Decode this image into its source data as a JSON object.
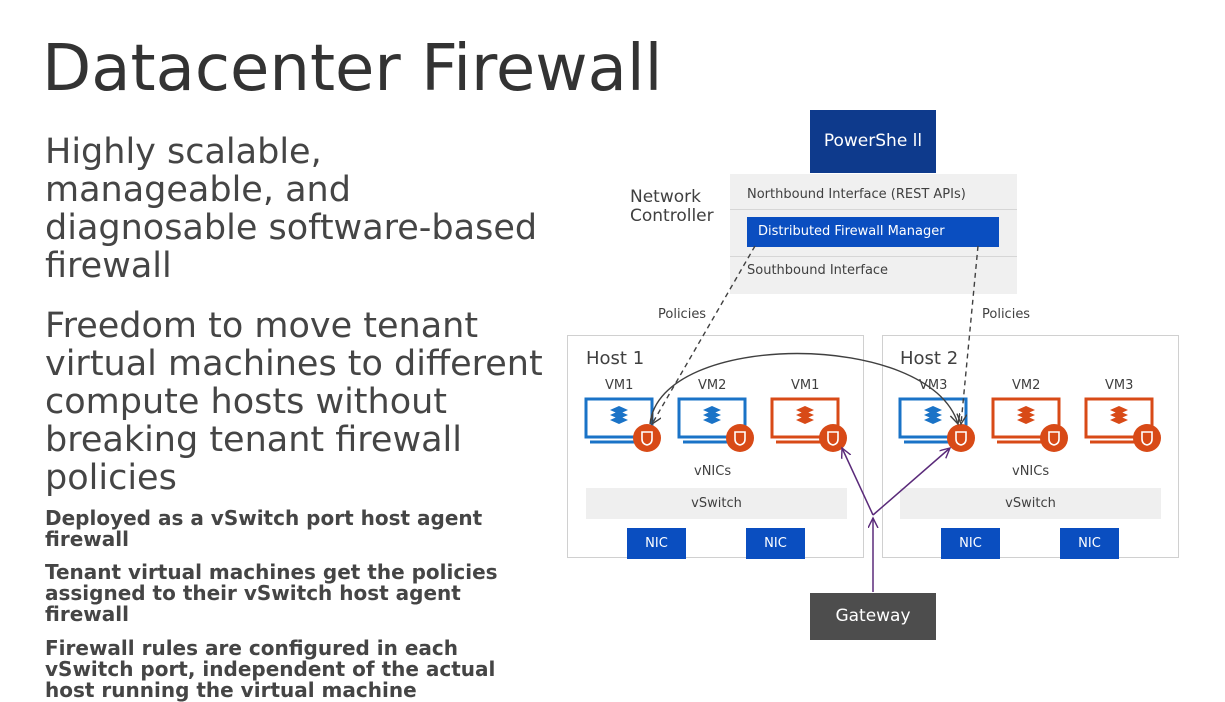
{
  "slide": {
    "title": "Datacenter Firewall",
    "bullets_large": [
      "Highly scalable, manageable, and diagnosable software-based firewall",
      "Freedom to move tenant virtual machines to different compute hosts without breaking tenant firewall policies"
    ],
    "bullets_small": [
      "Deployed as a vSwitch port host agent firewall",
      "Tenant virtual machines get the policies assigned to their vSwitch host agent firewall",
      "Firewall rules are configured in each vSwitch port, independent of the actual host running the virtual machine"
    ]
  },
  "diagram": {
    "powershell": "PowerShe ll",
    "network_controller": {
      "label": "Network Controller",
      "northbound": "Northbound Interface (REST APIs)",
      "manager": "Distributed Firewall Manager",
      "southbound": "Southbound Interface"
    },
    "policies_label_left": "Policies",
    "policies_label_right": "Policies",
    "host1": {
      "title": "Host 1",
      "vms": [
        {
          "label": "VM1",
          "color": "#1a73c7"
        },
        {
          "label": "VM2",
          "color": "#1a73c7"
        },
        {
          "label": "VM1",
          "color": "#d84a17"
        }
      ],
      "vnics": "vNICs",
      "vswitch": "vSwitch",
      "nics": [
        "NIC",
        "NIC"
      ]
    },
    "host2": {
      "title": "Host 2",
      "vms": [
        {
          "label": "VM3",
          "color": "#1a73c7"
        },
        {
          "label": "VM2",
          "color": "#d84a17"
        },
        {
          "label": "VM3",
          "color": "#d84a17"
        }
      ],
      "vnics": "vNICs",
      "vswitch": "vSwitch",
      "nics": [
        "NIC",
        "NIC"
      ]
    },
    "gateway": "Gateway",
    "colors": {
      "tenant_blue": "#1a73c7",
      "tenant_orange": "#d84a17",
      "shield": "#d84a17",
      "gateway_arrow": "#5a2a7a",
      "policy_arrow": "#404040"
    }
  }
}
